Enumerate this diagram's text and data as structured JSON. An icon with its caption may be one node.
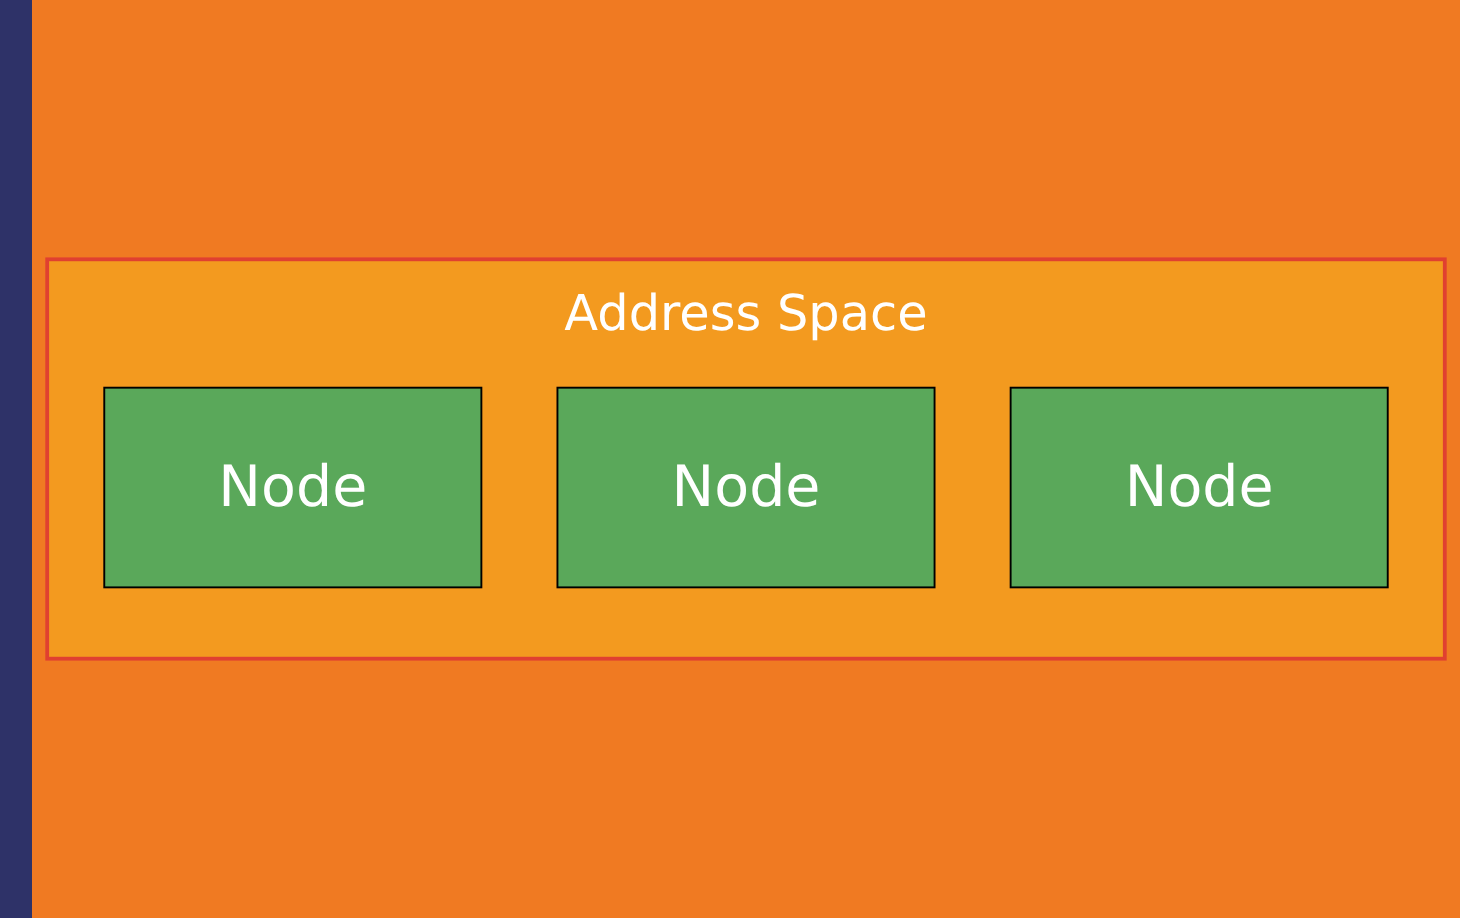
{
  "diagram": {
    "nodes": [
      {
        "text": [
          "Address Space"
        ]
      },
      {
        "text": [
          "Node"
        ],
        "in": 0
      },
      {
        "text": [
          "Node"
        ],
        "in": 0
      },
      {
        "text": [
          "Node"
        ],
        "in": 0
      }
    ]
  }
}
